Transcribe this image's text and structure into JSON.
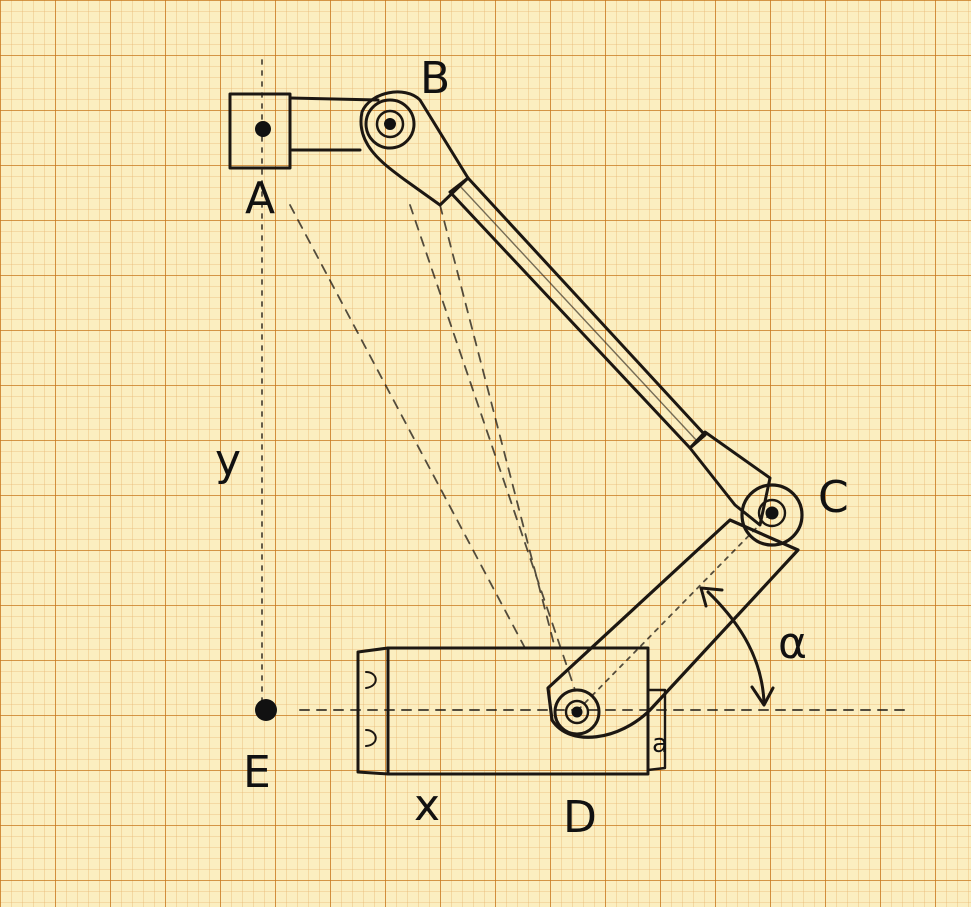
{
  "diagram": {
    "points": {
      "A": "A",
      "B": "B",
      "C": "C",
      "D": "D",
      "E": "E"
    },
    "dimensions": {
      "x": "x",
      "y": "y",
      "alpha": "α",
      "a": "a"
    }
  },
  "colors": {
    "paper": "#fbeec0",
    "minor_grid": "#e7b673",
    "major_grid": "#c8771d",
    "ink": "#1c1712",
    "hatch": "#6d5a44"
  }
}
